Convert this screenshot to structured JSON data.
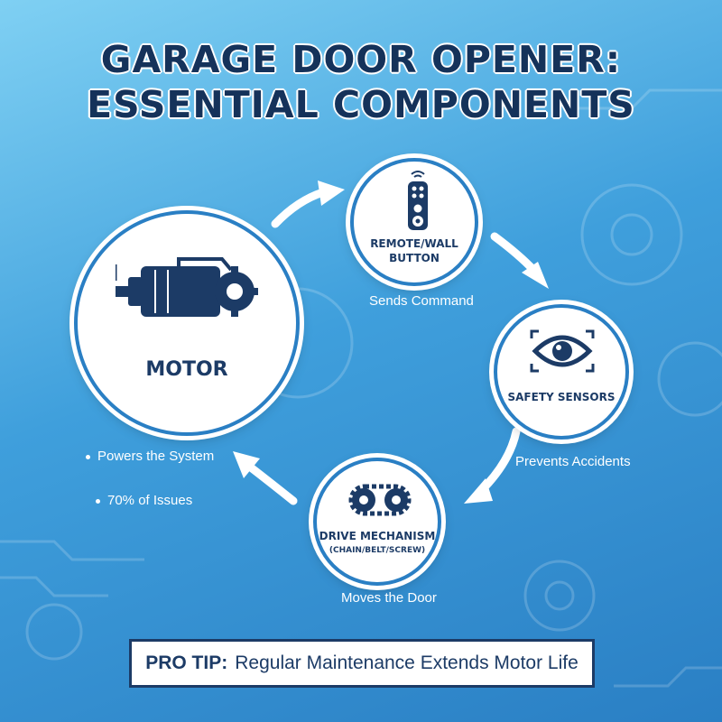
{
  "title": {
    "line1": "GARAGE DOOR OPENER:",
    "line2": "ESSENTIAL COMPONENTS"
  },
  "nodes": {
    "motor": {
      "label": "MOTOR",
      "icon": "motor-icon"
    },
    "remote": {
      "label_line1": "REMOTE/WALL",
      "label_line2": "BUTTON",
      "caption": "Sends Command",
      "icon": "remote-icon"
    },
    "sensors": {
      "label": "SAFETY SENSORS",
      "caption": "Prevents Accidents",
      "icon": "eye-icon"
    },
    "drive": {
      "label_line1": "DRIVE MECHANISM",
      "label_line2": "(CHAIN/BELT/SCREW)",
      "caption": "Moves the Door",
      "icon": "chain-icon"
    }
  },
  "motor_bullets": [
    "Powers the System",
    "70% of Issues"
  ],
  "tip": {
    "prefix": "PRO TIP:",
    "text": "Regular Maintenance Extends Motor Life"
  },
  "colors": {
    "navy": "#1c3b66",
    "blue": "#2a7fc4",
    "background_light": "#7fd0f3"
  }
}
